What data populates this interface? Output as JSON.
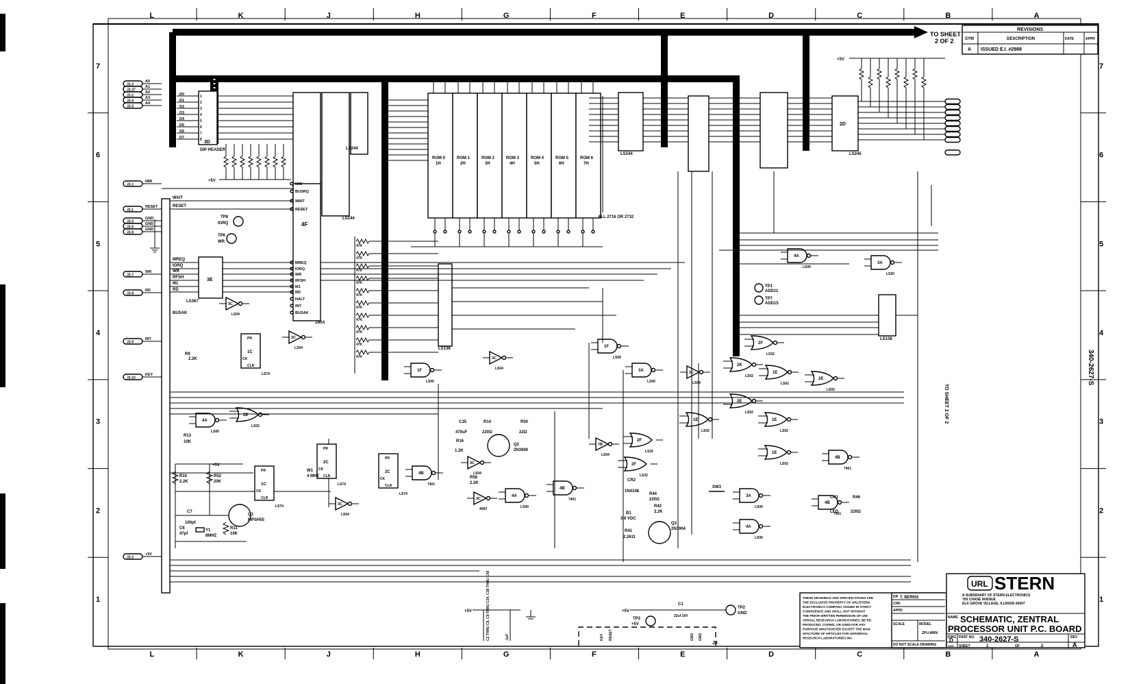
{
  "title_block": {
    "company_logo": "URL",
    "company_name": "STERN",
    "company_sub": [
      "A SUBSIDIARY OF STERN ELECTRONICS",
      "700 CHASE AVENUE",
      "ELK GROVE VILLAGE, ILLINOIS 60007"
    ],
    "name_label": "NAME",
    "title_line1": "SCHEMATIC, ZENTRAL",
    "title_line2": "PROCESSOR UNIT P.C. BOARD",
    "dwg_label": "DWG",
    "size_value": "D",
    "size_label": "SIZE",
    "part_no_label": "PART NO.",
    "part_no": "340-2627-S",
    "sheet_label": "SHEET",
    "sheet_of": "OF",
    "sheet_num": "1",
    "sheet_total": "2",
    "rev_label": "REV",
    "rev": "A",
    "scale_label": "SCALE",
    "model_label": "MODEL",
    "model_value": "ZPU-MRN",
    "do_not_scale": "DO NOT SCALE DRAWING",
    "dr_label": "DR",
    "dr_value": "T. BERNS",
    "chk_label": "CHK",
    "appd_label": "APPD",
    "proprietary": [
      "THESE DRAWINGS AND SPECIFICATIONS ARE",
      "THE EXCLUSIVE PROPERTY OF URL/STERN",
      "ELECTRONICS COMPANY. ISSUED IN STRICT",
      "CONFIDENCE AND SHALL NOT WITHOUT",
      "THE PRIOR WRITTEN PERMISSION OF UNI-",
      "VERSAL RESEARCH LABORATORIES, BE RE-",
      "PRODUCED, COPIED, OR USED FOR ANY",
      "PURPOSE WHATSOEVER EXCEPT THE MAN-",
      "UFACTURE OF ARTICLES FOR UNIVERSAL",
      "RESEARCH LABORATORIES INC"
    ]
  },
  "revisions": {
    "title": "REVISIONS",
    "headers": [
      "SYM",
      "DESCRIPTION",
      "DATE",
      "APPR"
    ],
    "rows": [
      {
        "sym": "A",
        "desc": "ISSUED E.I. #2988"
      }
    ]
  },
  "to_sheet": {
    "top": [
      "TO SHEET",
      "2 OF 2"
    ],
    "side": "TO SHEET 2 OF 2",
    "side_part": "340-2627-S"
  },
  "zones": {
    "columns": [
      "L",
      "K",
      "J",
      "H",
      "G",
      "F",
      "E",
      "D",
      "C",
      "B",
      "A"
    ],
    "rows": [
      "7",
      "6",
      "5",
      "4",
      "3",
      "2",
      "1"
    ]
  },
  "connectors_left": [
    {
      "id": "J2-3",
      "signal": "A0"
    },
    {
      "id": "J2-37",
      "signal": "A1"
    },
    {
      "id": "J2-2",
      "signal": "A2"
    },
    {
      "id": "J2-4",
      "signal": "A3"
    },
    {
      "id": "J2-5",
      "signal": "A4"
    },
    {
      "id": "J2-1",
      "signal": "NMI"
    },
    {
      "id": "J2-1",
      "signal": "RESET"
    },
    {
      "id": "J2-5",
      "signal": "GND"
    },
    {
      "id": "J2-6",
      "signal": "GND"
    },
    {
      "id": "J2-8",
      "signal": "GND"
    },
    {
      "id": "J2-7",
      "signal": "WR"
    },
    {
      "id": "J2-8",
      "signal": "RD"
    },
    {
      "id": "J2-9",
      "signal": "INT"
    },
    {
      "id": "J2-10",
      "signal": "KEY"
    },
    {
      "id": "J2-2",
      "signal": "+5V"
    }
  ],
  "dip_header": {
    "label": "DIP HEADER",
    "ref": "3D",
    "pins_left": [
      "D0",
      "D1",
      "D2",
      "D3",
      "D4",
      "D5",
      "D6",
      "D7"
    ],
    "pin_nums": [
      "1",
      "2",
      "3",
      "4",
      "5",
      "6",
      "7",
      "8"
    ]
  },
  "cpu": {
    "ref": "4F",
    "part": "Z80A",
    "pins": [
      "NMI",
      "BUSRQ",
      "WAIT",
      "RESET",
      "MREQ",
      "IORQ",
      "WR",
      "RFSH",
      "M1",
      "RD",
      "HALT",
      "INT",
      "BUSAK"
    ]
  },
  "ic_labels": {
    "ls244_a": "LS244",
    "ls244_b": "LS244",
    "ls244_c": "LS244",
    "ls245": "LS245",
    "ls367": "LS367",
    "buf_3e": "3E",
    "ls04": "LS04",
    "ls74": "LS74",
    "ls00": "LS00",
    "ls02": "LS02",
    "ls32": "LS32",
    "ls138": "LS138",
    "ls20": "LS20",
    "7401": "7401",
    "4093": "4093"
  },
  "roms": [
    {
      "name": "ROM 0",
      "loc": "1H"
    },
    {
      "name": "ROM 1",
      "loc": "2H"
    },
    {
      "name": "ROM 2",
      "loc": "3H"
    },
    {
      "name": "ROM 3",
      "loc": "4H"
    },
    {
      "name": "ROM 4",
      "loc": "5H"
    },
    {
      "name": "ROM 5",
      "loc": "6H"
    },
    {
      "name": "ROM 6",
      "loc": "7H"
    }
  ],
  "rom_note": "ALL 2716 OR 2732",
  "resistors_pullup": [
    "47K",
    "47K",
    "47K",
    "47K",
    "47K",
    "47K",
    "47K",
    "47K"
  ],
  "components": {
    "r9": {
      "ref": "R9",
      "value": "2.2K"
    },
    "r13": {
      "ref": "R13",
      "value": "10K"
    },
    "r10": {
      "ref": "R10",
      "value": "2.2K"
    },
    "r52": {
      "ref": "R52",
      "value": "20K"
    },
    "r11": {
      "ref": "R11",
      "value": "10K"
    },
    "c7": {
      "ref": "C7",
      "value": "100pf"
    },
    "c6": {
      "ref": "C6",
      "value": "47pf"
    },
    "y1": {
      "ref": "Y1",
      "value": "8MHZ"
    },
    "q1": {
      "ref": "Q1",
      "value": "MPSH55"
    },
    "q2": {
      "ref": "Q2",
      "value": "2N3906"
    },
    "q3": {
      "ref": "Q3",
      "value": "2N3904"
    },
    "c35": {
      "ref": "C35",
      "value": "470uF"
    },
    "r14": {
      "ref": "R14",
      "value": "220Ω"
    },
    "r16": {
      "ref": "R16",
      "value": "1.2K"
    },
    "r50": {
      "ref": "R50",
      "value": "22Ω"
    },
    "r58": {
      "ref": "R58",
      "value": "2.2K"
    },
    "r44": {
      "ref": "R44",
      "value": "220Ω"
    },
    "r42": {
      "ref": "R42",
      "value": "2.2K"
    },
    "r41": {
      "ref": "R41",
      "value": "2.2KΩ"
    },
    "r46": {
      "ref": "R46",
      "value": "220Ω"
    },
    "cr2": {
      "ref": "CR2",
      "value": "1N4148"
    },
    "cr1": {
      "ref": "CR1",
      "value": "LED"
    },
    "b1": {
      "ref": "B1",
      "value": "3.6 VDC"
    },
    "c1": {
      "ref": "C1",
      "value": "22uf 16V"
    },
    "sw": {
      "ref": "SW3"
    },
    "w1": {
      "ref": "W1",
      "value": "4 MHZ"
    }
  },
  "test_points": [
    {
      "ref": "TP8",
      "signal": "IORQ"
    },
    {
      "ref": "TP6",
      "signal": "WR"
    },
    {
      "ref": "TP1",
      "signal": "ADD11"
    },
    {
      "ref": "TP7",
      "signal": "ADD15"
    },
    {
      "ref": "TP3",
      "signal": "+5V"
    },
    {
      "ref": "TP2",
      "signal": "GND"
    }
  ],
  "signals": {
    "supply": "+5V",
    "gnd": "GND",
    "wait": "WAIT",
    "reset": "RESET",
    "busak": "BUSAK",
    "wr": "WR",
    "rd": "RD",
    "mreq": "MREQ",
    "iorq": "IORQ",
    "rfsh": "RFSH",
    "m1": "M1",
    "int": "INT",
    "nmi": "NMI",
    "key": "KEY"
  },
  "bypass": {
    "label": "C2 THRU C8, C9 THRU C34, C36 THRU C40",
    "value": ".1uF"
  },
  "power_conn": {
    "label": "J3"
  }
}
